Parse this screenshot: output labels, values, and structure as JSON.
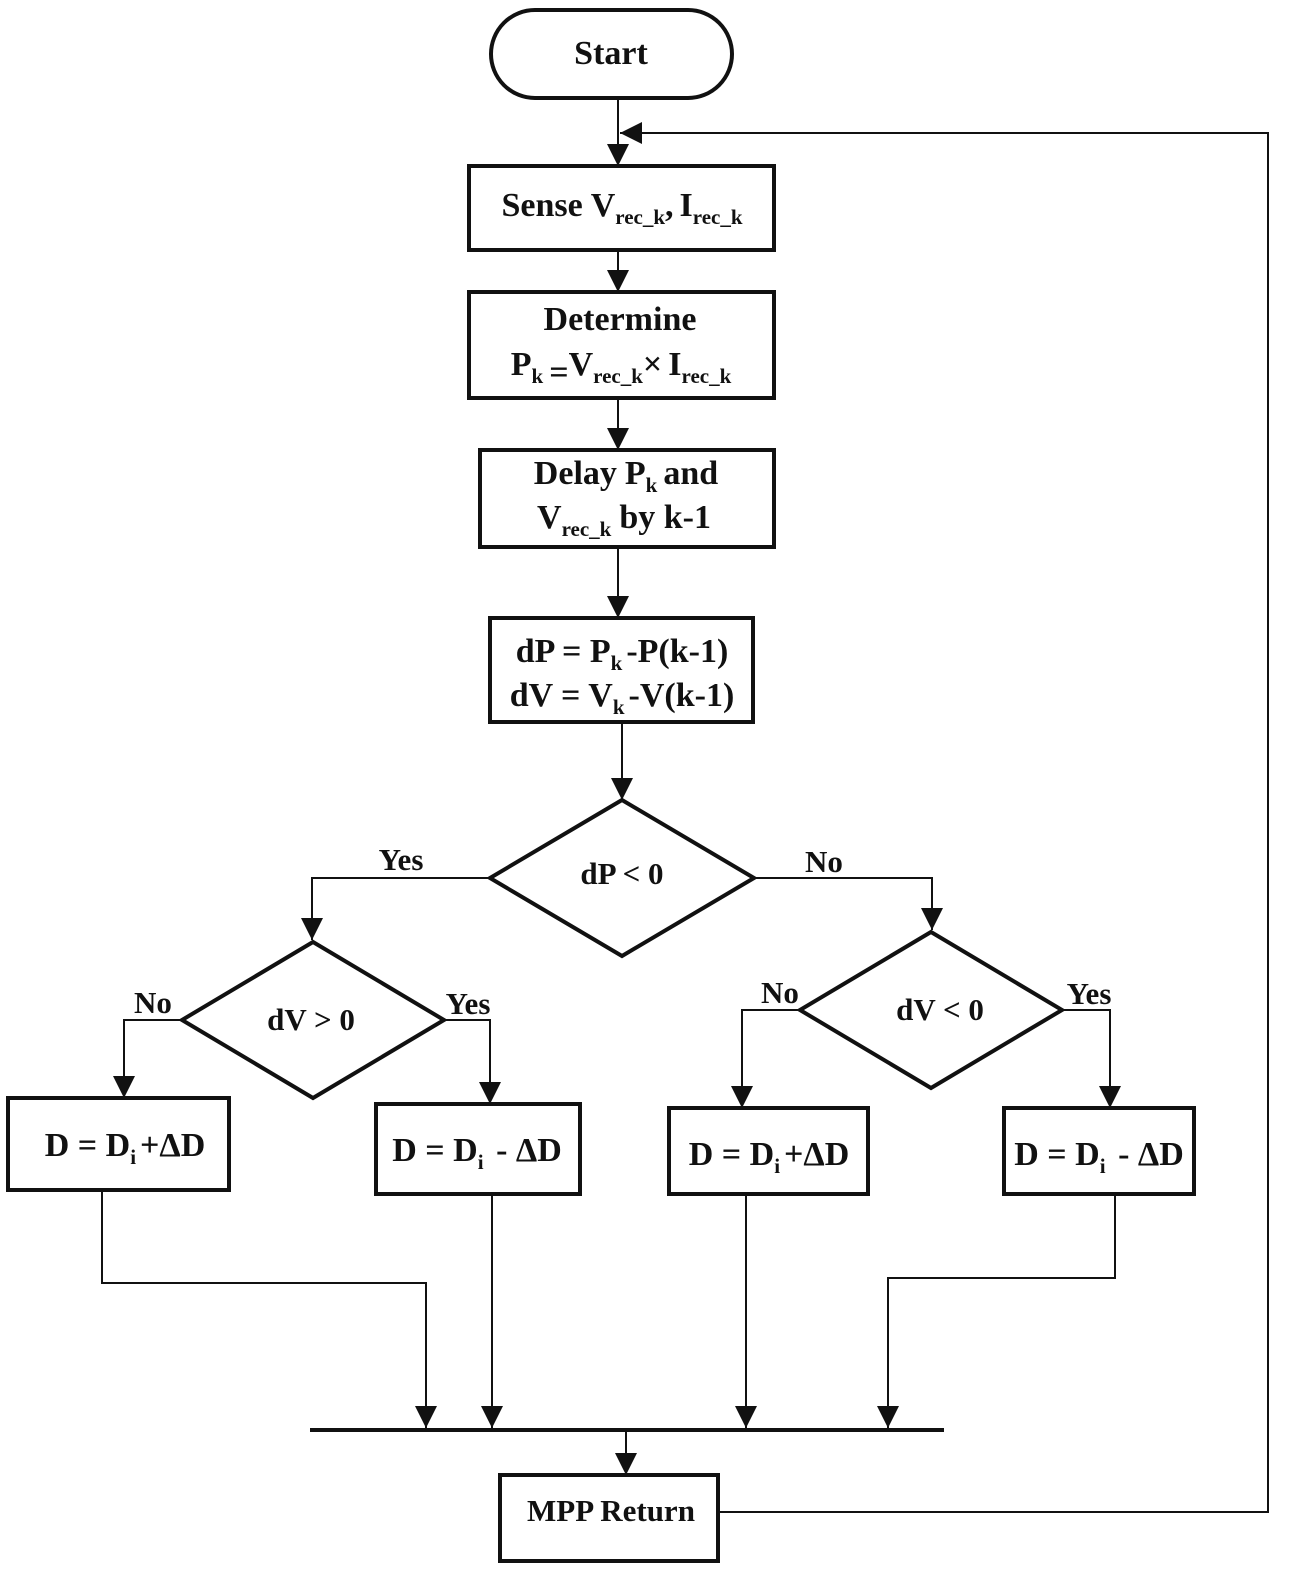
{
  "start": "Start",
  "sense": {
    "word": "Sense",
    "v": "V",
    "v_sub": "rec_k",
    "comma": ",",
    "i": "I",
    "i_sub": "rec_k"
  },
  "determine": {
    "line1": "Determine",
    "p": "P",
    "p_sub": "k",
    "eq": "=",
    "v": "V",
    "v_sub": "rec_k",
    "times": "×",
    "i": "I",
    "i_sub": "rec_k"
  },
  "delay": {
    "word": "Delay",
    "p": "P",
    "p_sub": "k",
    "and": "and",
    "v": "V",
    "v_sub": "rec_k",
    "by": "by k-1"
  },
  "diff": {
    "dp_lhs": "dP = P",
    "dp_sub": "k",
    "dp_rhs": "-P(k-1)",
    "dv_lhs": "dV = V",
    "dv_sub": "k",
    "dv_rhs": "-V(k-1)"
  },
  "decisions": {
    "dp": "dP < 0",
    "dv_left": "dV > 0",
    "dv_right": "dV < 0"
  },
  "labels": {
    "dp_yes": "Yes",
    "dp_no": "No",
    "left_no": "No",
    "left_yes": "Yes",
    "right_no": "No",
    "right_yes": "Yes"
  },
  "outcomes": {
    "inc": {
      "lhs": "D = D",
      "sub": "i",
      "rhs": "+ΔD"
    },
    "dec": {
      "lhs": "D = D",
      "sub": "i",
      "rhs": " - ΔD"
    }
  },
  "mpp": "MPP Return"
}
